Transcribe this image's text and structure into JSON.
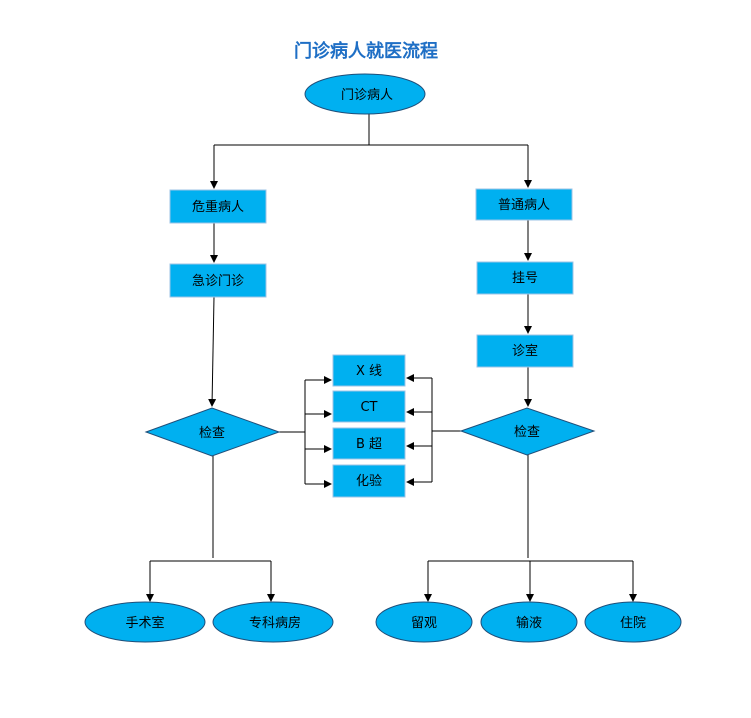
{
  "title": "门诊病人就医流程",
  "colors": {
    "title": "#1F6FC5",
    "node_fill": "#00B0F0",
    "line": "#000000",
    "text": "#000000"
  },
  "nodes": {
    "start": "门诊病人",
    "critical": "危重病人",
    "emergency": "急诊门诊",
    "exam_left": "检查",
    "normal": "普通病人",
    "register": "挂号",
    "clinic": "诊室",
    "exam_right": "检查",
    "xray": "X 线",
    "ct": "CT",
    "bscan": "B 超",
    "lab": "化验",
    "surgery": "手术室",
    "ward": "专科病房",
    "observe": "留观",
    "infusion": "输液",
    "hospital": "住院"
  }
}
